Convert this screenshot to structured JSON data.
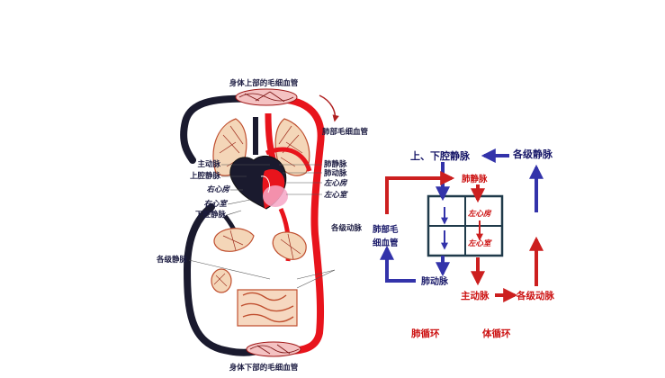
{
  "anatomy": {
    "top_capillaries": "身体上部的毛细血管",
    "lung_capillaries": "肺部毛细血管",
    "aorta": "主动脉",
    "superior_vena_cava": "上腔静脉",
    "right_atrium": "右心房",
    "right_ventricle": "右心室",
    "inferior_vena_cava": "下腔静脉",
    "pulmonary_vein": "肺静脉",
    "pulmonary_artery": "肺动脉",
    "left_atrium": "左心房",
    "left_ventricle": "左心室",
    "arteries": "各级动脉",
    "veins": "各级静脉",
    "bottom_capillaries": "身体下部的毛细血管"
  },
  "flow": {
    "vena_cava": "上、下腔静脉",
    "veins": "各级静脉",
    "pulmonary_vein": "肺静脉",
    "left_atrium": "左心房",
    "left_ventricle": "左心室",
    "lung_capillaries_line1": "肺部毛",
    "lung_capillaries_line2": "细血管",
    "pulmonary_artery": "肺动脉",
    "aorta": "主动脉",
    "arteries": "各级动脉",
    "pulmonary_circulation": "肺循环",
    "systemic_circulation": "体循环"
  },
  "colors": {
    "oxygenated": "#e8141c",
    "deoxygenated": "#1a1a2e",
    "flow_blue": "#3333aa",
    "flow_red": "#cc1f1f",
    "label_dark": "#1a1a40",
    "label_red": "#cc1111",
    "tissue": "#e8603a"
  }
}
